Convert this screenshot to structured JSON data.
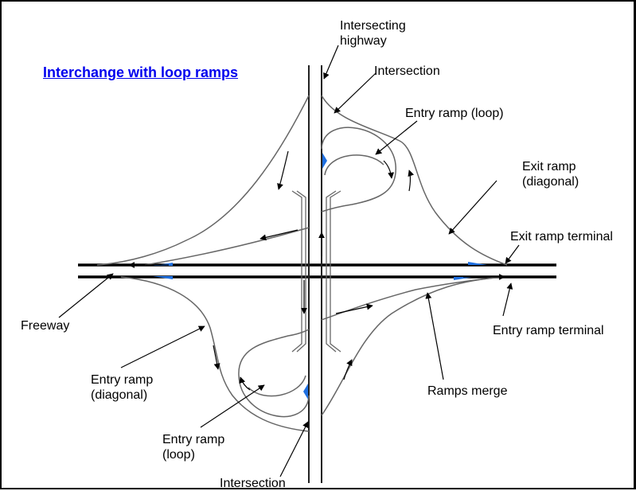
{
  "title": "Interchange with loop ramps",
  "labels": {
    "intersecting_highway": "Intersecting\nhighway",
    "intersection_top": "Intersection",
    "entry_ramp_loop_top": "Entry ramp (loop)",
    "exit_ramp_diagonal": "Exit ramp\n(diagonal)",
    "exit_ramp_terminal": "Exit ramp terminal",
    "freeway": "Freeway",
    "entry_ramp_terminal": "Entry ramp terminal",
    "entry_ramp_diagonal": "Entry ramp\n(diagonal)",
    "ramps_merge": "Ramps merge",
    "entry_ramp_loop_bottom": "Entry ramp\n(loop)",
    "intersection_bottom": "Intersection"
  },
  "colors": {
    "road": "#000000",
    "ramp": "#555555",
    "taper": "#1e6fe0",
    "title": "#0000ee"
  }
}
